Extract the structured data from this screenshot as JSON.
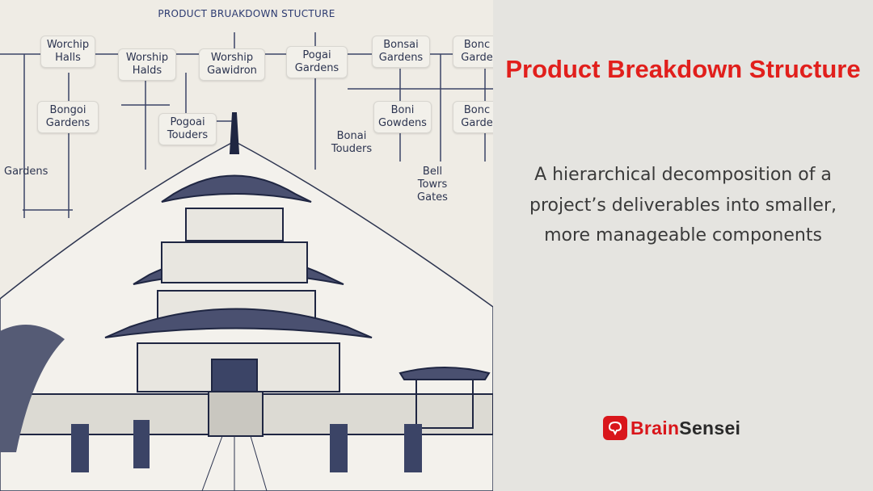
{
  "illustration": {
    "title": "PRODUCT BRUAKDOWN STUCTURE",
    "labels": [
      "Worchip Halls",
      "Worship Halds",
      "Worship Gawidron",
      "Pogai Gardens",
      "Bonsai Gardens",
      "Bonc Garde",
      "Bongoi Gardens",
      "Pogoai Touders",
      "Bonai Touders",
      "Boni Gowdens",
      "Bonc Garde",
      "Gardens",
      "Bell Towrs Gates"
    ]
  },
  "panel": {
    "title": "Product Breakdown Structure",
    "description": "A hierarchical decomposition of a project’s deliverables into smaller, more manageable components"
  },
  "logo": {
    "part1": "Brain",
    "part2": "Sensei",
    "brand_color": "#d9161b"
  },
  "colors": {
    "title": "#e11f1c",
    "background": "#e5e4e0"
  }
}
